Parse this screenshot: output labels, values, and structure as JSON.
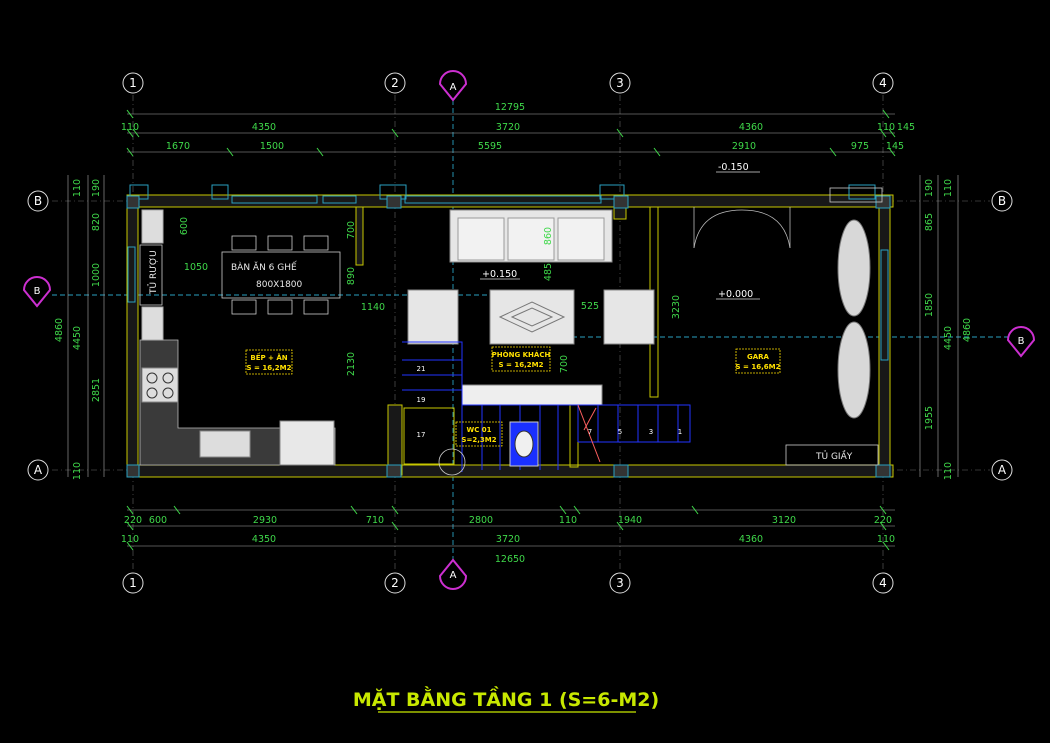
{
  "title": "MẶT BẰNG TẦNG 1 (S=6-M2)",
  "grid_axes": {
    "vertical": [
      "1",
      "2",
      "3",
      "4"
    ],
    "horizontal": [
      "B",
      "A"
    ],
    "sections": [
      "A",
      "B"
    ]
  },
  "dimensions": {
    "top_total": "12795",
    "top_row2": [
      "110",
      "4350",
      "3720",
      "4360",
      "110",
      "145"
    ],
    "top_row3": [
      "1670",
      "1500",
      "5595",
      "2910",
      "975",
      "145"
    ],
    "bottom_row1": [
      "220",
      "600",
      "2930",
      "710",
      "2800",
      "110",
      "1940",
      "3120",
      "220"
    ],
    "bottom_row2": [
      "110",
      "4350",
      "3720",
      "4360",
      "110"
    ],
    "bottom_total": "12650",
    "left": [
      "110",
      "190",
      "820",
      "1000",
      "4450",
      "4860",
      "2851",
      "110"
    ],
    "right": [
      "190",
      "110",
      "865",
      "1850",
      "4450",
      "4860",
      "1955",
      "110"
    ],
    "interior": [
      "600",
      "1050",
      "700",
      "890",
      "2130",
      "1140",
      "860",
      "485",
      "525",
      "700",
      "3230"
    ]
  },
  "levels": [
    "-0.150",
    "+0.150",
    "+0.000"
  ],
  "rooms": [
    {
      "name": "BẾP + ĂN",
      "area": "S = 16,2M2"
    },
    {
      "name": "PHÒNG KHÁCH",
      "area": "S = 16,2M2"
    },
    {
      "name": "WC 01",
      "area": "S=2,3M2"
    },
    {
      "name": "GARA",
      "area": "S = 16,6M2"
    }
  ],
  "furniture_labels": {
    "wine_cabinet": "TỦ RƯỢU",
    "dining_table": "BÀN ĂN 6 GHẾ",
    "dining_size": "800X1800",
    "shoe_cabinet": "TỦ GIẦY"
  },
  "stair_numbers": [
    "21",
    "19",
    "17",
    "7",
    "5",
    "3",
    "1"
  ],
  "colors": {
    "background": "#000000",
    "wall": "#c8c800",
    "dimension": "#3fd84a",
    "section_marker": "#cc2fd0",
    "axis_line": "#2aa0c0",
    "stair": "#2233ff",
    "room_label": "#ffe000"
  }
}
